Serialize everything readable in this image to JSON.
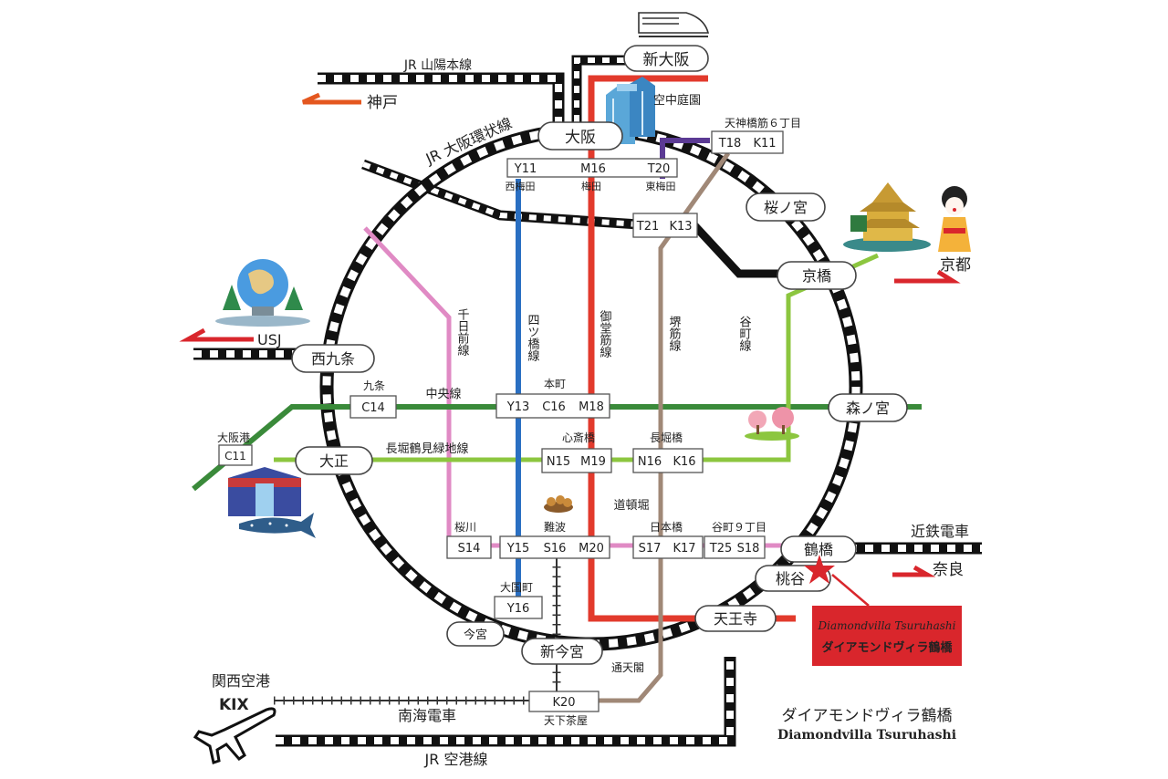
{
  "colors": {
    "yotsubashi": "#2a6fc2",
    "midosuji": "#e23a2c",
    "tanimachi": "#5b3a94",
    "sakaisuji": "#a08877",
    "sennichimae": "#e08ac4",
    "chuo": "#3a8a3a",
    "nagahori": "#8cc63f",
    "ring": "#111111",
    "accent_red": "#d9262c"
  },
  "labels": {
    "sanyo": "JR 山陽本線",
    "kobe": "神戸",
    "kanjo": "JR 大阪環状線",
    "kuchu": "空中庭園",
    "usj": "USJ",
    "kyoto": "京都",
    "nara": "奈良",
    "kintetsu": "近鉄電車",
    "kix_jp": "関西空港",
    "kix": "KIX",
    "nankai": "南海電車",
    "jr_kuko": "JR 空港線",
    "chuo_sen": "中央線",
    "nagahori_sen": "長堀鶴見緑地線",
    "yotsubashi_sen": "四ツ橋線",
    "midosuji_sen": "御堂筋線",
    "sakaisuji_sen": "堺筋線",
    "tanimachi_sen": "谷町線",
    "sennichimae_sen": "千日前線",
    "dotonbori": "道頓堀",
    "tsutenkaku": "通天閣"
  },
  "stations": {
    "shin_osaka": "新大阪",
    "osaka": "大阪",
    "sakuranomiya": "桜ノ宮",
    "kyobashi": "京橋",
    "morinomiya": "森ノ宮",
    "tsuruhashi": "鶴橋",
    "momodani": "桃谷",
    "tennoji": "天王寺",
    "shin_imamiya": "新今宮",
    "imamiya": "今宮",
    "taisho": "大正",
    "nishikujo": "西九条"
  },
  "subway": {
    "umeda": {
      "codes": [
        "Y11",
        "M16",
        "T20"
      ],
      "names": [
        "西梅田",
        "梅田",
        "東梅田"
      ]
    },
    "tenjinbashi": {
      "name": "天神橋筋６丁目",
      "codes": [
        "T18",
        "K11"
      ]
    },
    "minamimorimachi": {
      "codes": [
        "T21",
        "K13"
      ]
    },
    "kujo": {
      "name": "九条",
      "code": "C14"
    },
    "osakako": {
      "name": "大阪港",
      "code": "C11"
    },
    "honmachi": {
      "name": "本町",
      "codes": [
        "Y13",
        "C16",
        "M18"
      ]
    },
    "shinsaibashi": {
      "name": "心斎橋",
      "codes": [
        "N15",
        "M19"
      ]
    },
    "nagahoribashi": {
      "name": "長堀橋",
      "codes": [
        "N16",
        "K16"
      ]
    },
    "sakuragawa": {
      "name": "桜川",
      "code": "S14"
    },
    "namba": {
      "name": "難波",
      "codes": [
        "Y15",
        "S16",
        "M20"
      ]
    },
    "nipponbashi": {
      "name": "日本橋",
      "codes": [
        "S17",
        "K17"
      ]
    },
    "tanimachi9": {
      "name": "谷町９丁目",
      "codes": [
        "T25",
        "S18"
      ]
    },
    "daikokucho": {
      "name": "大国町",
      "code": "Y16"
    },
    "tengachaya": {
      "name": "天下茶屋",
      "code": "K20"
    }
  },
  "brand": {
    "badge_en": "Diamondvilla Tsuruhashi",
    "badge_jp": "ダイアモンドヴィラ鶴橋",
    "footer_jp": "ダイアモンドヴィラ鶴橋",
    "footer_en": "Diamondvilla Tsuruhashi"
  },
  "icons": [
    "shinkansen-icon",
    "building-icon",
    "globe-icon",
    "temple-icon",
    "geisha-icon",
    "aquarium-icon",
    "whale-shark-icon",
    "takoyaki-icon",
    "sakura-icon",
    "airplane-icon",
    "star-icon",
    "arrow-icon"
  ]
}
